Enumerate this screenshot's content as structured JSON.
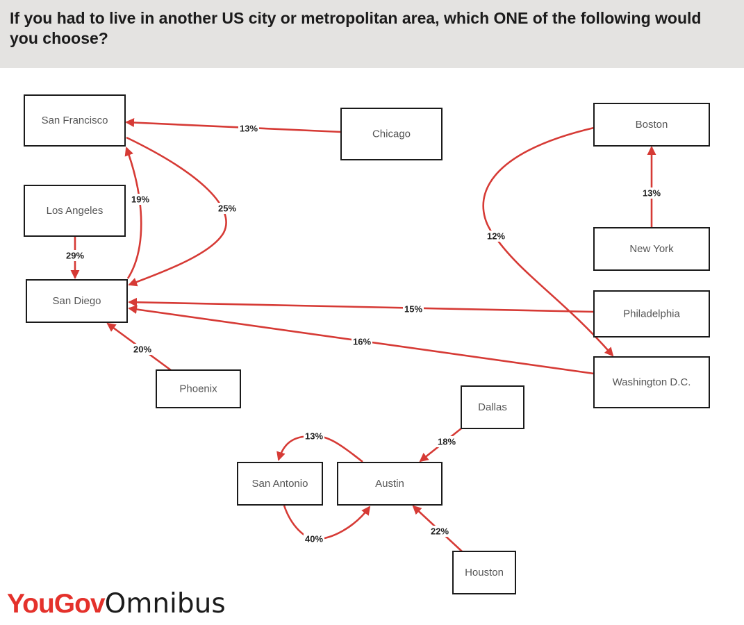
{
  "title": "If you had to live in another US city or metropolitan area, which ONE of the following would you choose?",
  "logo": {
    "brand": "YouGov",
    "product": "Omnibus"
  },
  "colors": {
    "edge": "#d63a35",
    "header_bg": "#e4e3e1",
    "brand": "#e4312b"
  },
  "nodes": [
    {
      "id": "san-francisco",
      "label": "San Francisco"
    },
    {
      "id": "chicago",
      "label": "Chicago"
    },
    {
      "id": "los-angeles",
      "label": "Los Angeles"
    },
    {
      "id": "san-diego",
      "label": "San Diego"
    },
    {
      "id": "phoenix",
      "label": "Phoenix"
    },
    {
      "id": "boston",
      "label": "Boston"
    },
    {
      "id": "new-york",
      "label": "New York"
    },
    {
      "id": "philadelphia",
      "label": "Philadelphia"
    },
    {
      "id": "washington-dc",
      "label": "Washington D.C."
    },
    {
      "id": "dallas",
      "label": "Dallas"
    },
    {
      "id": "san-antonio",
      "label": "San Antonio"
    },
    {
      "id": "austin",
      "label": "Austin"
    },
    {
      "id": "houston",
      "label": "Houston"
    }
  ],
  "edges": [
    {
      "from": "chicago",
      "to": "san-francisco",
      "label": "13%"
    },
    {
      "from": "san-diego",
      "to": "san-francisco",
      "label": "19%"
    },
    {
      "from": "san-francisco",
      "to": "san-diego",
      "label": "25%"
    },
    {
      "from": "los-angeles",
      "to": "san-diego",
      "label": "29%"
    },
    {
      "from": "phoenix",
      "to": "san-diego",
      "label": "20%"
    },
    {
      "from": "philadelphia",
      "to": "san-diego",
      "label": "15%"
    },
    {
      "from": "washington-dc",
      "to": "san-diego",
      "label": "16%"
    },
    {
      "from": "new-york",
      "to": "boston",
      "label": "13%"
    },
    {
      "from": "boston",
      "to": "washington-dc",
      "label": "12%"
    },
    {
      "from": "dallas",
      "to": "austin",
      "label": "18%"
    },
    {
      "from": "austin",
      "to": "san-antonio",
      "label": "13%"
    },
    {
      "from": "san-antonio",
      "to": "austin",
      "label": "40%"
    },
    {
      "from": "houston",
      "to": "austin",
      "label": "22%"
    }
  ]
}
